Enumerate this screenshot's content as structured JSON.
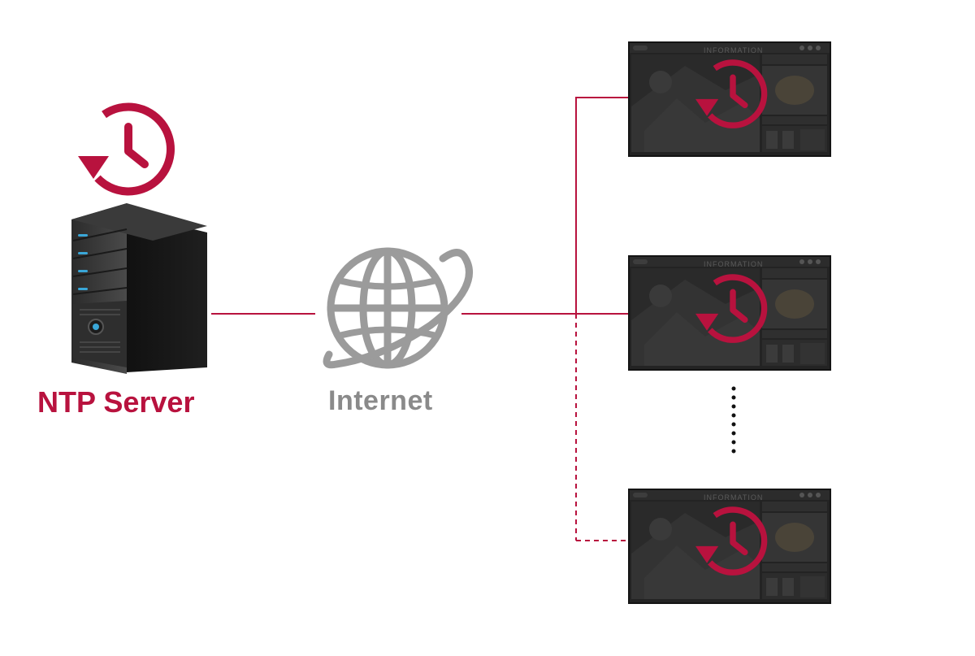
{
  "colors": {
    "accent": "#b8123e",
    "globe": "#9b9b9b",
    "label_gray": "#8a8a8a",
    "line": "#b8123e",
    "screen_bg": "#1a1a1a"
  },
  "nodes": {
    "server": {
      "label": "NTP Server",
      "icon": "server-tower-icon",
      "badge_icon": "clock-sync-icon"
    },
    "network": {
      "label": "Internet",
      "icon": "globe-icon"
    },
    "displays": [
      {
        "screen_title": "INFORMATION",
        "badge_icon": "clock-sync-icon",
        "link": "solid"
      },
      {
        "screen_title": "INFORMATION",
        "badge_icon": "clock-sync-icon",
        "link": "solid"
      },
      {
        "screen_title": "INFORMATION",
        "badge_icon": "clock-sync-icon",
        "link": "dashed"
      }
    ]
  }
}
